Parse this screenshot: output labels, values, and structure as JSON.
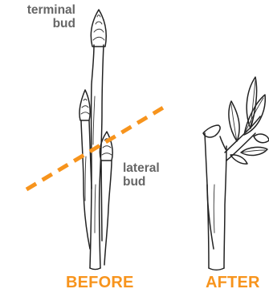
{
  "labels": {
    "terminal_bud": "terminal bud",
    "lateral_bud": "lateral bud",
    "before": "BEFORE",
    "after": "AFTER"
  },
  "colors": {
    "accent_orange": "#f7941d",
    "label_gray": "#666666",
    "ink": "#222222"
  }
}
